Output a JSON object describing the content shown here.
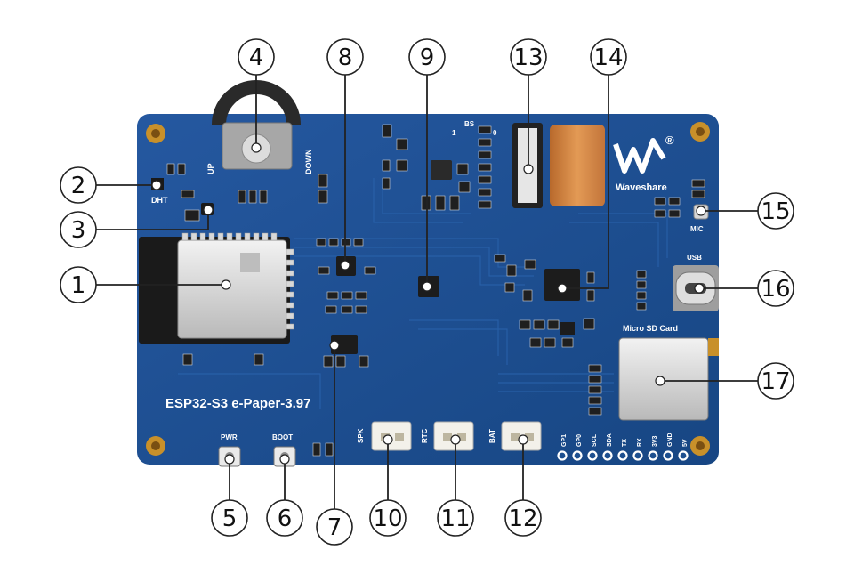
{
  "board": {
    "title": "ESP32-S3 e-Paper-3.97",
    "brand": "Waveshare",
    "colors": {
      "pcb": "#1d4f8f",
      "pcb_dark": "#163f76",
      "silkscreen": "#ffffff",
      "gold": "#c8902a"
    }
  },
  "silkscreen": {
    "up": "UP",
    "down": "DOWN",
    "dht": "DHT",
    "bs": "BS",
    "bs_one": "1",
    "bs_zero": "0",
    "mic": "MIC",
    "usb": "USB",
    "micro_sd": "Micro SD Card",
    "pwr": "PWR",
    "boot": "BOOT",
    "spk": "SPK",
    "rtc": "RTC",
    "bat": "BAT",
    "registered": "®",
    "pins": [
      "GP1",
      "GP0",
      "SCL",
      "SDA",
      "TX",
      "RX",
      "3V3",
      "GND",
      "5V"
    ]
  },
  "callouts": [
    "1",
    "2",
    "3",
    "4",
    "5",
    "6",
    "7",
    "8",
    "9",
    "10",
    "11",
    "12",
    "13",
    "14",
    "15",
    "16",
    "17"
  ]
}
